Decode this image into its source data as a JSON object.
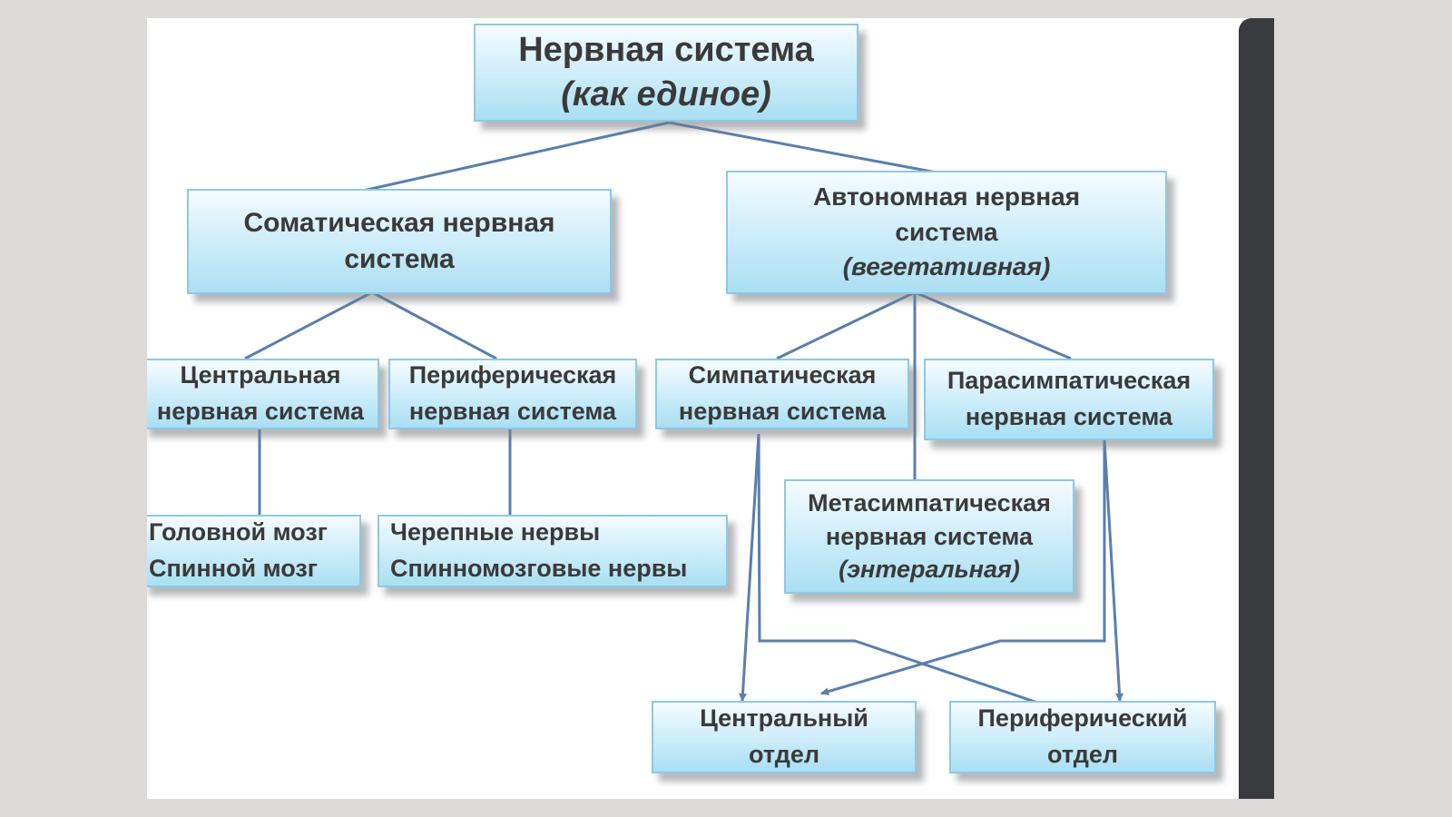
{
  "colors": {
    "box_border": "#8ec8e6",
    "line": "#5a7fae",
    "background": "#dcd9d6"
  },
  "nodes": {
    "root": {
      "line1": "Нервная система",
      "line2": "(как единое)"
    },
    "somatic": {
      "line1": "Соматическая нервная",
      "line2": "система"
    },
    "autonomic": {
      "line1": "Автономная нервная",
      "line2": "система",
      "line3": "(вегетативная)"
    },
    "central_ns": {
      "line1": "Центральная",
      "line2": "нервная система"
    },
    "peripheral_ns": {
      "line1": "Периферическая",
      "line2": "нервная система"
    },
    "sympathetic": {
      "line1": "Симпатическая",
      "line2": "нервная система"
    },
    "parasympathetic": {
      "line1": "Парасимпатическая",
      "line2": "нервная система"
    },
    "brain": {
      "line1": "Головной мозг",
      "line2": "Спинной мозг"
    },
    "nerves": {
      "line1": "Черепные нервы",
      "line2": "Спинномозговые нервы"
    },
    "metasympathetic": {
      "line1": "Метасимпатическая",
      "line2": "нервная система",
      "line3": "(энтеральная)"
    },
    "central_dept": {
      "line1": "Центральный",
      "line2": "отдел"
    },
    "peripheral_dept": {
      "line1": "Периферический",
      "line2": "отдел"
    }
  }
}
